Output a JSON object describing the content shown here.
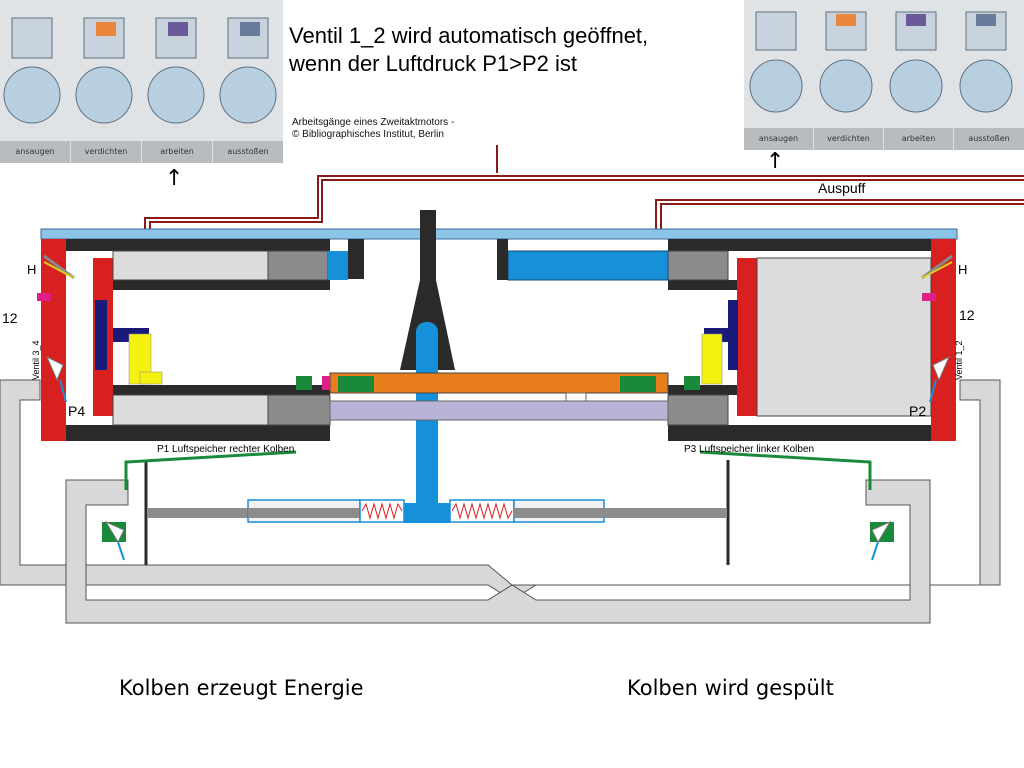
{
  "title": {
    "line1": "Ventil 1_2 wird automatisch geöffnet,",
    "line2": "wenn der Luftdruck P1>P2 ist"
  },
  "credit": {
    "line1": "Arbeitsgänge eines Zweitaktmotors -",
    "line2": "© Bibliographisches Institut, Berlin"
  },
  "stroke_images": {
    "labels": [
      "ansaugen",
      "verdichten",
      "arbeiten",
      "ausstoßen"
    ]
  },
  "arrow_glyph": "↑",
  "labels": {
    "auspuff": "Auspuff",
    "h": "H",
    "twelve": "12",
    "ventil_3_4": "Ventil 3_4",
    "ventil_1_2": "Ventil 1_2",
    "p4": "P4",
    "p2": "P2",
    "p1_store": "P1 Luftspeicher rechter Kolben",
    "p3_store": "P3 Luftspeicher linker Kolben"
  },
  "captions": {
    "left": "Kolben erzeugt Energie",
    "right": "Kolben wird gespült"
  },
  "colors": {
    "cylinder_wall": "#d92020",
    "housing": "#2a2a2a",
    "gray_piston": "#8c8c8c",
    "blue": "#1690d8",
    "light_blue": "#8cc4e8",
    "orange_rod": "#e87d1c",
    "lavender": "#b8b4d8",
    "yellow": "#f4f010",
    "green": "#1a8a3a",
    "dark_red_pipe": "#8a1a1a",
    "navy": "#1a1a7a",
    "pink": "#e0208a",
    "air_duct": "#d8d8d8",
    "spring": "#e02020"
  }
}
